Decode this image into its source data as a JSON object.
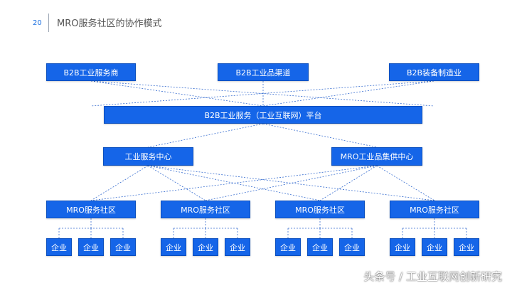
{
  "header": {
    "page_number": "20",
    "title": "MRO服务社区的协作模式"
  },
  "top_row": [
    "B2B工业服务商",
    "B2B工业品渠道",
    "B2B装备制造业"
  ],
  "platform": "B2B工业服务（工业互联网）平台",
  "centers": [
    "工业服务中心",
    "MRO工业品集供中心"
  ],
  "communities": [
    "MRO服务社区",
    "MRO服务社区",
    "MRO服务社区",
    "MRO服务社区"
  ],
  "enterprise_label": "企业",
  "watermark": "头条号 / 工业互联网创新研究",
  "colors": {
    "box_fill": "#1565e8",
    "line": "#3a6fd0"
  }
}
